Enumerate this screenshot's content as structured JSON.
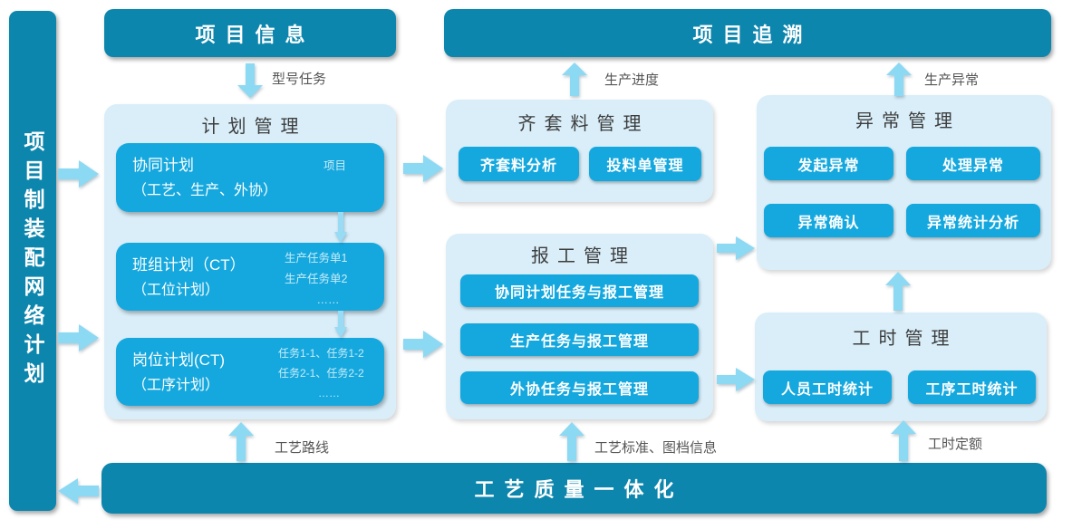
{
  "left_bar": {
    "text": "项目制装配网络计划"
  },
  "top_boxes": {
    "project_info": "项目信息",
    "project_trace": "项目追溯"
  },
  "plan_panel": {
    "title": "计划管理",
    "boxes": [
      {
        "line1": "协同计划",
        "line2": "（工艺、生产、外协）",
        "side": [
          "项目"
        ]
      },
      {
        "line1": "班组计划（CT）",
        "line2": "（工位计划）",
        "side": [
          "生产任务单1",
          "生产任务单2",
          "……"
        ]
      },
      {
        "line1": "岗位计划(CT)",
        "line2": "（工序计划）",
        "side": [
          "任务1-1、任务1-2",
          "任务2-1、任务2-2",
          "……"
        ]
      }
    ]
  },
  "kit_panel": {
    "title": "齐套料管理",
    "buttons": [
      "齐套料分析",
      "投料单管理"
    ]
  },
  "report_panel": {
    "title": "报工管理",
    "buttons": [
      "协同计划任务与报工管理",
      "生产任务与报工管理",
      "外协任务与报工管理"
    ]
  },
  "exception_panel": {
    "title": "异常管理",
    "buttons": [
      "发起异常",
      "处理异常",
      "异常确认",
      "异常统计分析"
    ]
  },
  "hours_panel": {
    "title": "工时管理",
    "buttons": [
      "人员工时统计",
      "工序工时统计"
    ]
  },
  "bottom_box": {
    "text": "工艺质量一体化"
  },
  "flow_labels": {
    "model_task": "型号任务",
    "production_progress": "生产进度",
    "production_exception": "生产异常",
    "process_route": "工艺路线",
    "process_doc": "工艺标准、图档信息",
    "hour_quota": "工时定额"
  },
  "colors": {
    "teal": "#0d86ad",
    "block_blue": "#15a8de",
    "panel_blue": "#d9eef9",
    "arrow_blue": "#8cd9f4",
    "label_gray": "#555555",
    "header_gray": "#3d3d3d"
  }
}
